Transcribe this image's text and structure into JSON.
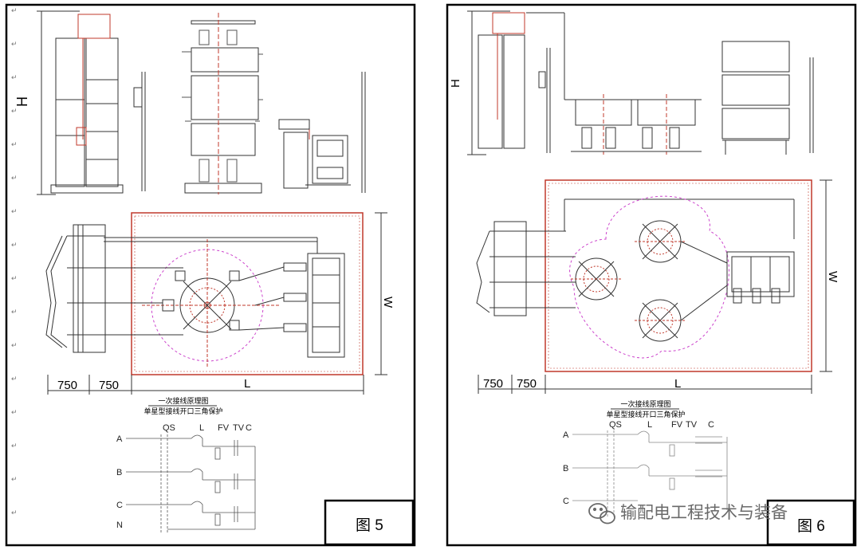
{
  "page_left": {
    "figure_label": "图 5",
    "dimensions": {
      "height": "H",
      "width": "W",
      "length": "L",
      "spacing_1": "750",
      "spacing_2": "750"
    },
    "schematic": {
      "title": "一次接线原理图",
      "subtitle": "单星型接线开口三角保护",
      "column_labels": [
        "QS",
        "L",
        "FV",
        "TV",
        "C"
      ],
      "phases": [
        "A",
        "B",
        "C",
        "N"
      ]
    }
  },
  "page_right": {
    "figure_label": "图 6",
    "dimensions": {
      "height": "H",
      "width": "W",
      "length": "L",
      "spacing_1": "750",
      "spacing_2": "750"
    },
    "schematic": {
      "title": "一次接线原理图",
      "subtitle": "单星型接线开口三角保护",
      "column_labels": [
        "QS",
        "L",
        "FV",
        "TV",
        "C"
      ],
      "phases": [
        "A",
        "B",
        "C"
      ]
    }
  },
  "watermark": {
    "text": "输配电工程技术与装备",
    "icon": "wechat-icon"
  },
  "colors": {
    "line": "#333333",
    "accent_red": "#c0392b",
    "magenta": "#cc44cc",
    "border": "#000000"
  }
}
